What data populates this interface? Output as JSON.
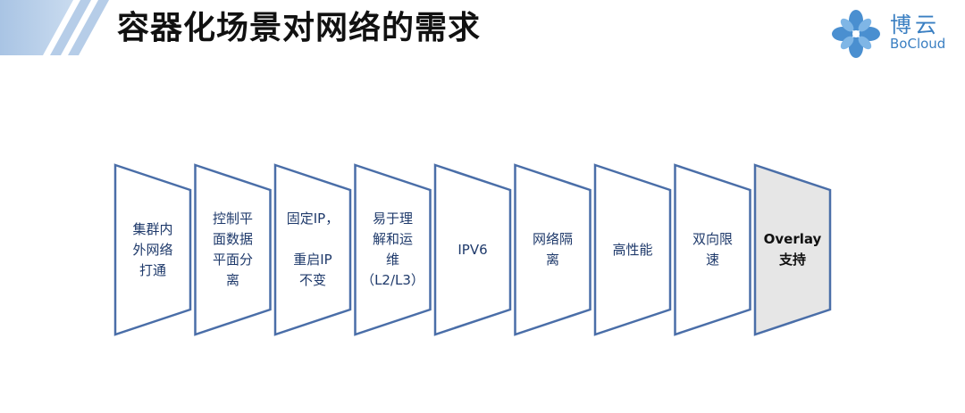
{
  "header": {
    "title": "容器化场景对网络的需求"
  },
  "logo": {
    "cn": "博云",
    "en": "BoCloud"
  },
  "colors": {
    "shape_stroke": "#4a6ea8",
    "shape_fill": "#ffffff",
    "highlight_fill": "#e6e6e6",
    "header_band": "#a9c4e4",
    "logo_blue": "#3a7fc2"
  },
  "steps": [
    {
      "lines": [
        "集群内",
        "外网络",
        "打通"
      ]
    },
    {
      "lines": [
        "控制平",
        "面数据",
        "平面分",
        "离"
      ]
    },
    {
      "lines": [
        "固定IP，",
        "",
        "重启IP",
        "不变"
      ]
    },
    {
      "lines": [
        "易于理",
        "解和运",
        "维",
        "（L2/L3）"
      ]
    },
    {
      "lines": [
        "IPV6"
      ]
    },
    {
      "lines": [
        "网络隔",
        "离"
      ]
    },
    {
      "lines": [
        "高性能"
      ]
    },
    {
      "lines": [
        "双向限",
        "速"
      ]
    },
    {
      "lines": [
        "Overlay",
        "支持"
      ],
      "highlighted": true
    }
  ]
}
